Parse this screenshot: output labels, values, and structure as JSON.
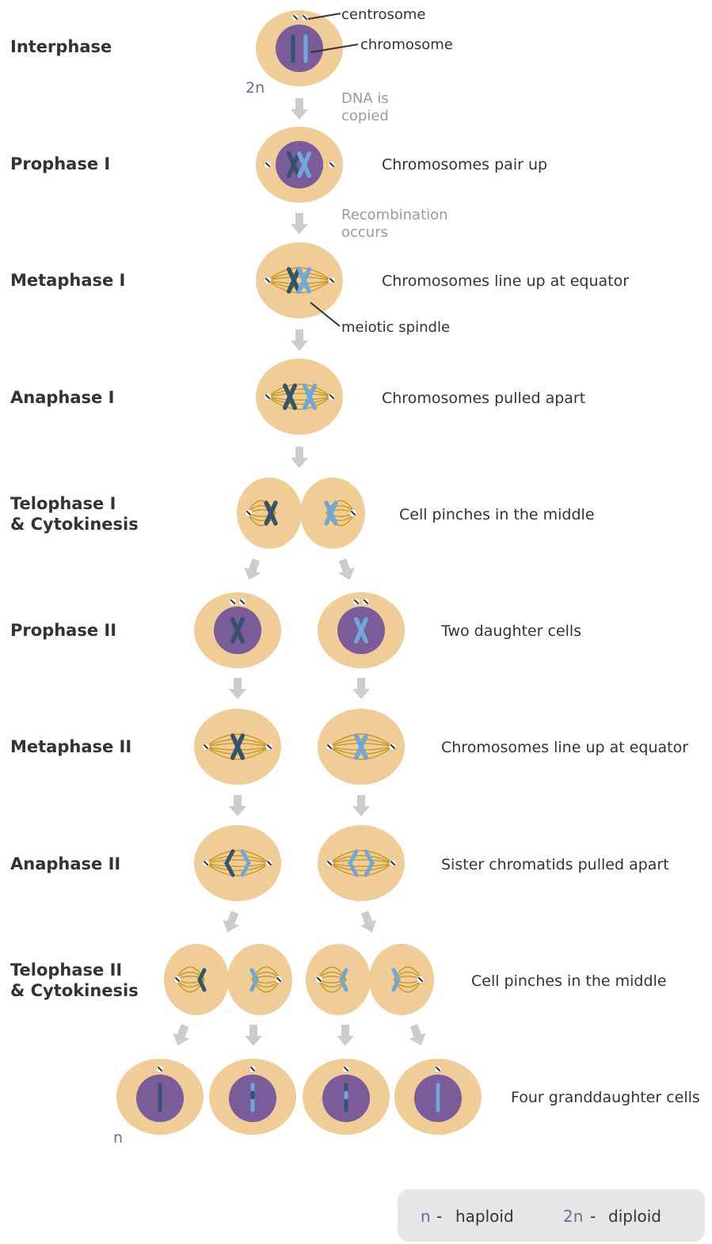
{
  "stages": [
    {
      "label": "Interphase",
      "label_line2": "",
      "desc": ""
    },
    {
      "label": "Prophase I",
      "label_line2": "",
      "desc": "Chromosomes pair up"
    },
    {
      "label": "Metaphase I",
      "label_line2": "",
      "desc": "Chromosomes line up at equator"
    },
    {
      "label": "Anaphase I",
      "label_line2": "",
      "desc": "Chromosomes pulled apart"
    },
    {
      "label": "Telophase I",
      "label_line2": "& Cytokinesis",
      "desc": "Cell pinches in the middle"
    },
    {
      "label": "Prophase II",
      "label_line2": "",
      "desc": "Two daughter cells"
    },
    {
      "label": "Metaphase II",
      "label_line2": "",
      "desc": "Chromosomes line up at equator"
    },
    {
      "label": "Anaphase II",
      "label_line2": "",
      "desc": "Sister chromatids pulled apart"
    },
    {
      "label": "Telophase II",
      "label_line2": "& Cytokinesis",
      "desc": "Cell pinches in the middle"
    },
    {
      "label": "",
      "label_line2": "",
      "desc": "Four granddaughter cells"
    }
  ],
  "callouts": {
    "centrosome": "centrosome",
    "chromosome": "chromosome",
    "spindle": "meiotic spindle"
  },
  "notes": {
    "dna_line1": "DNA is",
    "dna_line2": "copied",
    "recomb_line1": "Recombination",
    "recomb_line2": "occurs"
  },
  "ploidy_marks": {
    "start": "2n",
    "end": "n"
  },
  "legend": {
    "haploid_symbol": "n",
    "haploid_label": "haploid",
    "diploid_symbol": "2n",
    "diploid_label": "diploid",
    "dash": "-"
  },
  "colors": {
    "cytoplasm": "#f0cc97",
    "cell_outline": "#e3b77c",
    "nucleus": "#7b5c9a",
    "chromosome_dark": "#34546e",
    "chromosome_light": "#6fa8d8",
    "spindle": "#c49a20",
    "arrow": "#cccccc",
    "legend_bg": "#e6e6e6",
    "ploidy_text": "#7b63a0"
  }
}
